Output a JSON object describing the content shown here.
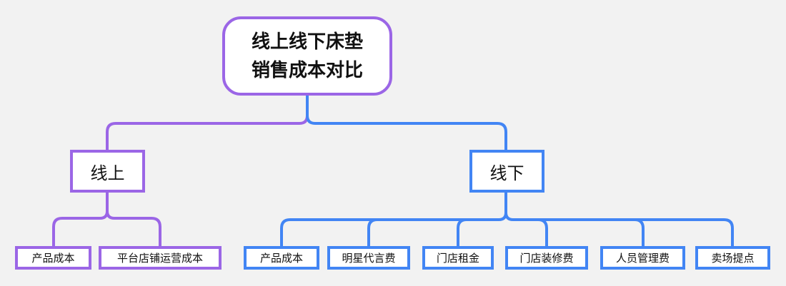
{
  "root": {
    "line1": "线上线下床垫",
    "line2": "销售成本对比"
  },
  "branches": [
    {
      "label": "线上",
      "color": "#9b66e6",
      "children": [
        "产品成本",
        "平台店铺运营成本"
      ]
    },
    {
      "label": "线下",
      "color": "#4285f4",
      "children": [
        "产品成本",
        "明星代言费",
        "门店租金",
        "门店装修费",
        "人员管理费",
        "卖场提点"
      ]
    }
  ]
}
